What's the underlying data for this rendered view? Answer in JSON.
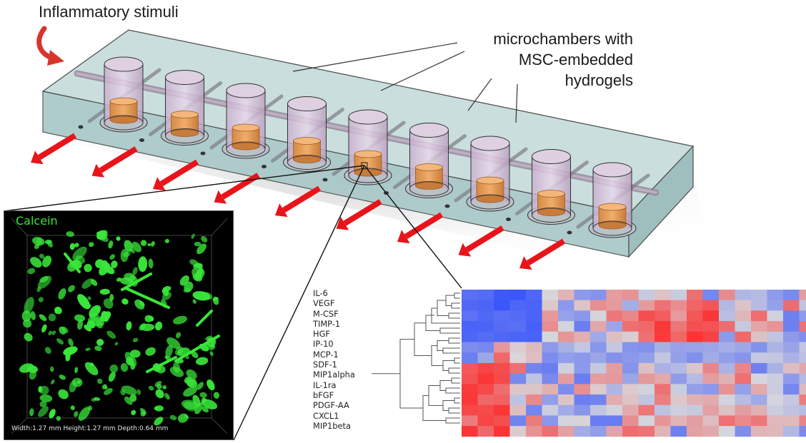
{
  "annotations": {
    "stimuli": "Inflammatory stimuli",
    "chambers_lines": [
      "microchambers with",
      "MSC-embedded",
      "hydrogels"
    ]
  },
  "microscopy": {
    "stain_label": "Calcein",
    "dimensions": "Width:1.27 mm Height:1.27 mm Depth:0.64 mm",
    "stain_color": "#39e639"
  },
  "heatmap": {
    "rows": [
      "IL-6",
      "VEGF",
      "M-CSF",
      "TIMP-1",
      "HGF",
      "IP-10",
      "MCP-1",
      "SDF-1",
      "MIP1alpha",
      "IL-1ra",
      "bFGF",
      "PDGF-AA",
      "CXCL1",
      "MIP1beta"
    ],
    "color_low": "#1f3fff",
    "color_mid": "#d8d8dc",
    "color_high": "#ff1f1f"
  },
  "colors": {
    "device_fill": "#b7d4d4",
    "chamber": "#d9c4dc",
    "hydrogel": "#e29a57",
    "arrow": "#e8141a"
  }
}
